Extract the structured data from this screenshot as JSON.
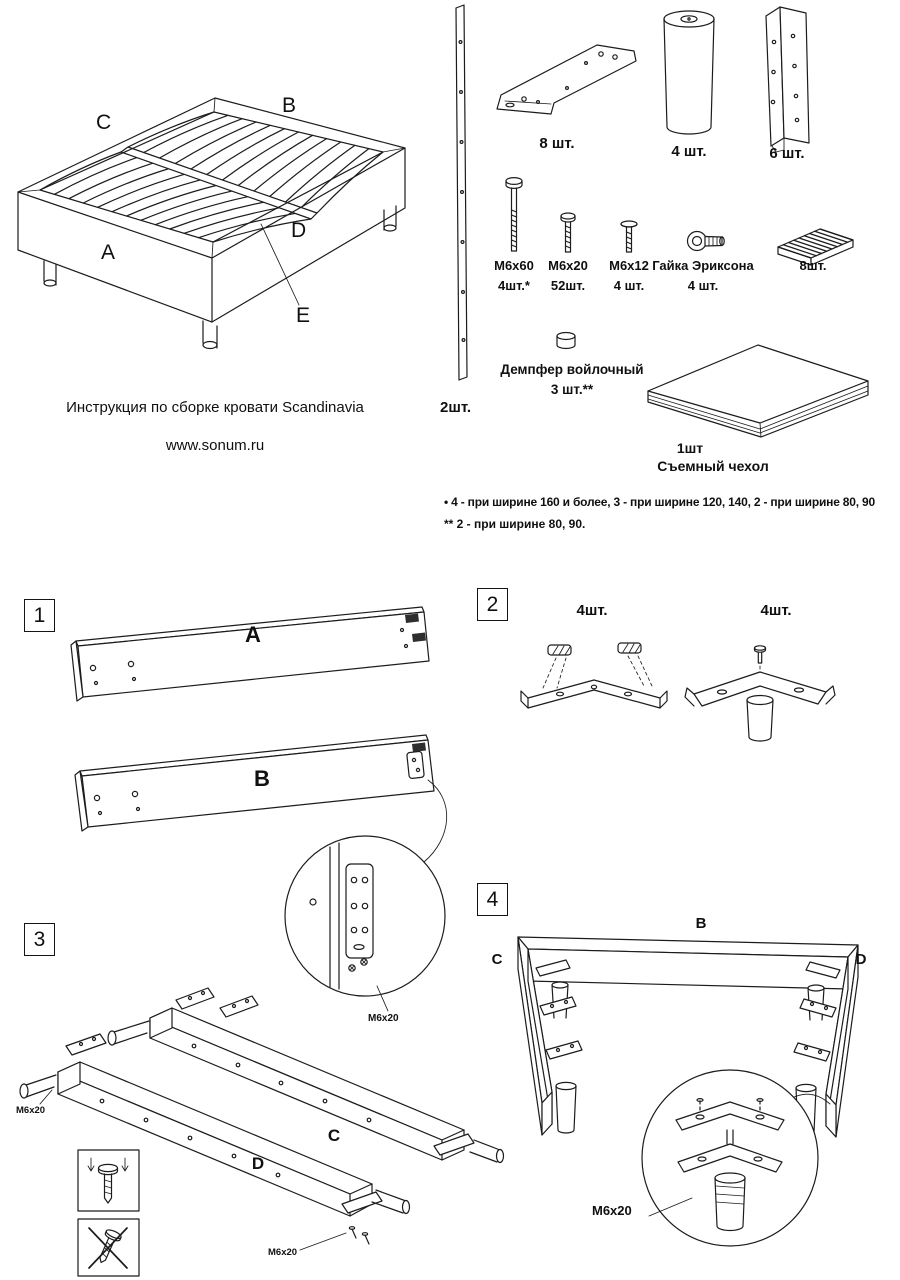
{
  "header": {
    "title": "Инструкция по сборке кровати Scandinavia",
    "website": "www.sonum.ru"
  },
  "bed": {
    "label_a": "A",
    "label_b": "B",
    "label_c": "C",
    "label_d": "D",
    "label_e": "E"
  },
  "parts": {
    "rail_qty": "2шт.",
    "bracket_qty": "8 шт.",
    "leg_qty": "4 шт.",
    "corner_qty": "6 шт.",
    "bolt1_name": "М6х60",
    "bolt1_qty": "4шт.*",
    "bolt2_name": "М6х20",
    "bolt2_qty": "52шт.",
    "bolt3_name": "М6х12",
    "bolt3_qty": "4 шт.",
    "nut_name": "Гайка Эриксона",
    "nut_qty": "4 шт.",
    "pad_qty": "8шт.",
    "damper_name": "Демпфер войлочный",
    "damper_qty": "3 шт.**",
    "cover_qty": "1шт",
    "cover_name": "Съемный чехол"
  },
  "footnotes": {
    "line1": "•  4 - при ширине 160 и более, 3 - при ширине 120, 140, 2 - при ширине 80, 90",
    "line2": "** 2 - при ширине 80, 90."
  },
  "step1": {
    "num": "1",
    "panel_a": "A",
    "panel_b": "B",
    "bolt": "М6х20"
  },
  "step2": {
    "num": "2",
    "qty_left": "4шт.",
    "qty_right": "4шт."
  },
  "step3": {
    "num": "3",
    "rail_c": "C",
    "rail_d": "D",
    "bolt_left": "М6х20",
    "bolt_bottom": "М6х20"
  },
  "step4": {
    "num": "4",
    "label_b": "B",
    "label_c": "C",
    "label_d": "D",
    "bolt": "М6х20"
  }
}
